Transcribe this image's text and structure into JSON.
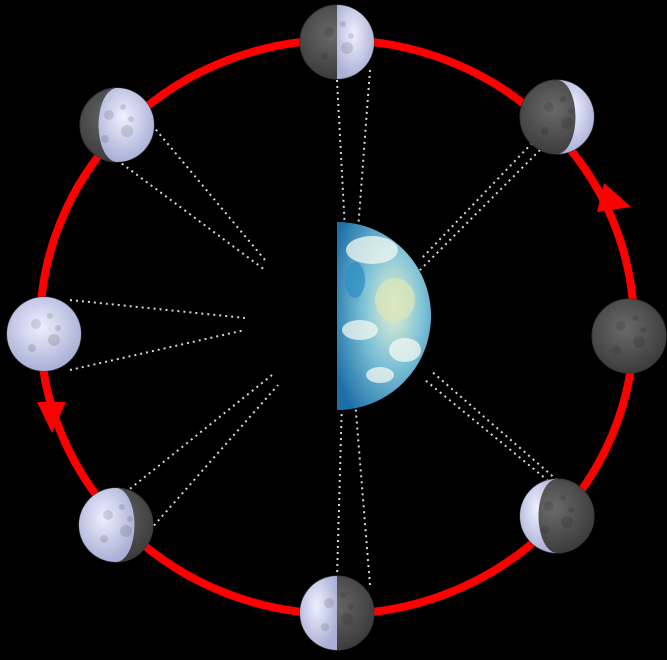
{
  "colors": {
    "background": "#000000",
    "orbit": "#ff0000",
    "sightline": "#d8d8d8",
    "moon_lit": "#c9cde6",
    "moon_lit_highlight": "#eef0ff",
    "moon_dark": "#5a5a5a",
    "moon_dark_edge": "#3a3a3a",
    "earth_ocean": "#2f8fc4",
    "earth_land": "#d9e6b8",
    "earth_cloud": "#f4f8f0"
  },
  "earth": {
    "icon": "earth-half-lit-icon",
    "lit_side": "right"
  },
  "orbit_direction": "counterclockwise",
  "moon_phases": [
    {
      "id": "new",
      "icon": "new-moon-icon",
      "lit_fraction": 0.0
    },
    {
      "id": "waxing-crescent",
      "icon": "waxing-crescent-moon-icon",
      "lit_fraction": 0.25
    },
    {
      "id": "first-quarter",
      "icon": "first-quarter-moon-icon",
      "lit_fraction": 0.5
    },
    {
      "id": "waxing-gibbous",
      "icon": "waxing-gibbous-moon-icon",
      "lit_fraction": 0.75
    },
    {
      "id": "full",
      "icon": "full-moon-icon",
      "lit_fraction": 1.0
    },
    {
      "id": "waning-gibbous",
      "icon": "waning-gibbous-moon-icon",
      "lit_fraction": 0.75
    },
    {
      "id": "last-quarter",
      "icon": "last-quarter-moon-icon",
      "lit_fraction": 0.5
    },
    {
      "id": "waning-crescent",
      "icon": "waning-crescent-moon-icon",
      "lit_fraction": 0.25
    }
  ]
}
